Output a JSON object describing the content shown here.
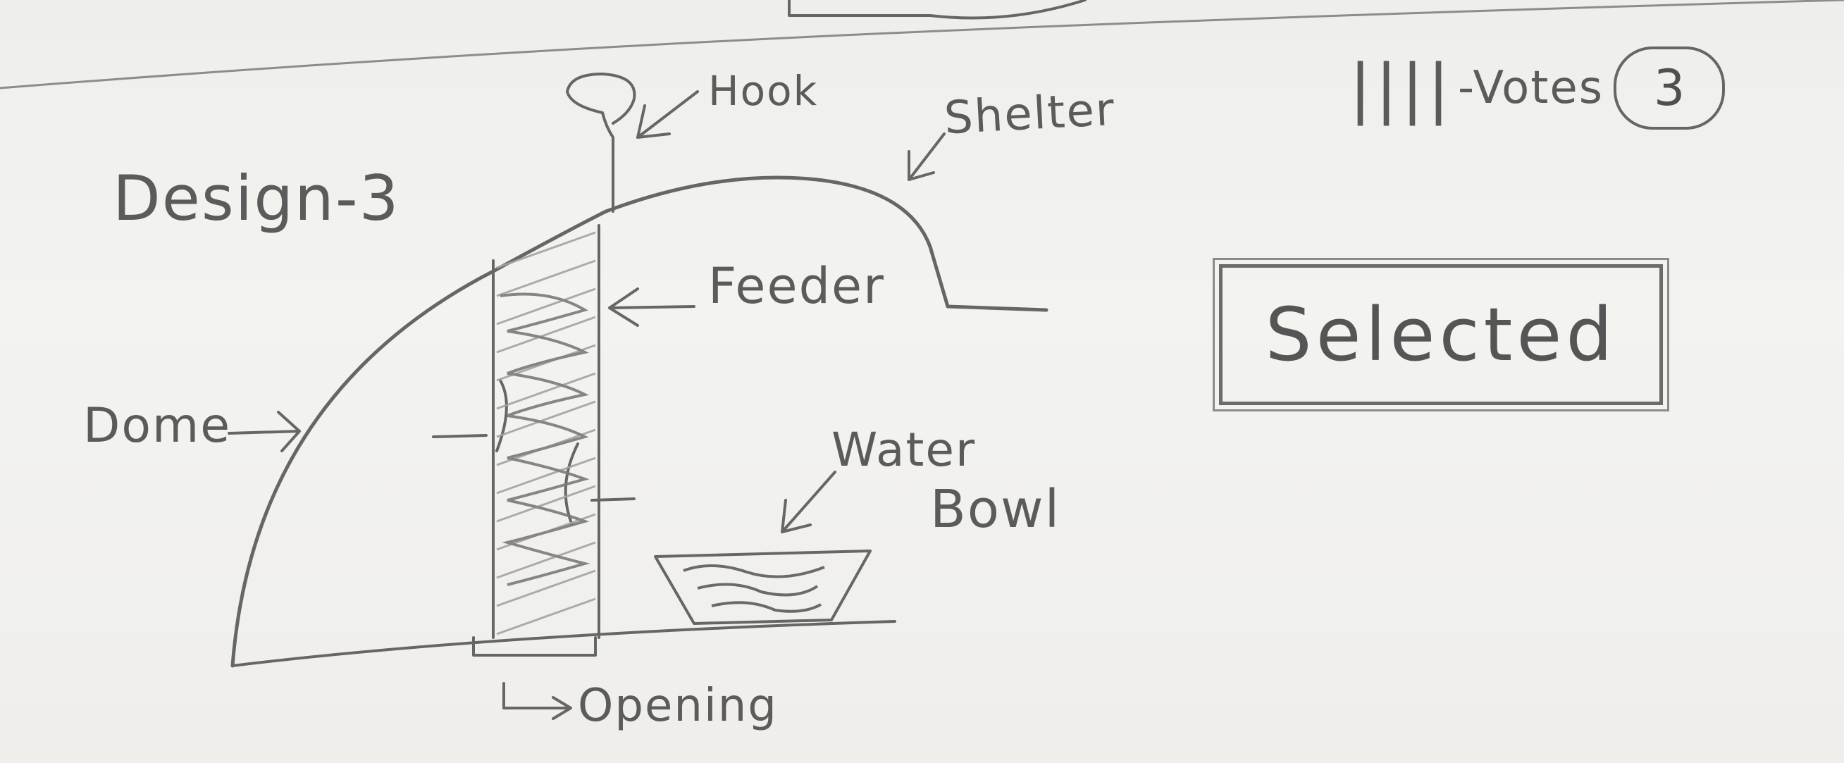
{
  "title": "Design-3",
  "votes": {
    "tally": "||||",
    "label": "-Votes",
    "count": "3"
  },
  "status": "Selected",
  "labels": {
    "hook": "Hook",
    "shelter": "Shelter",
    "feeder": "Feeder",
    "dome": "Dome",
    "water": "Water",
    "bowl": "Bowl",
    "opening": "Opening"
  },
  "colors": {
    "paper": "#f1f1ee",
    "pencil": "#5b5b5b",
    "shading": "#a8a8a8"
  }
}
